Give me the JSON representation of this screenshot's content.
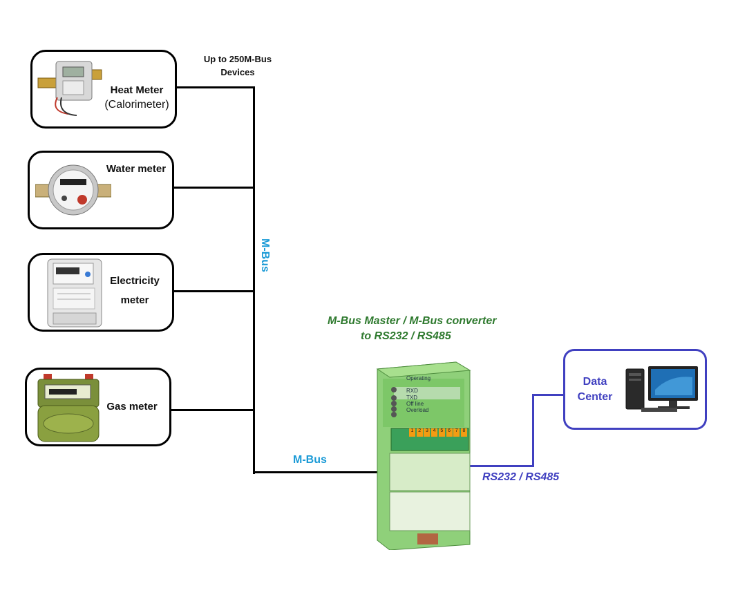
{
  "devices": [
    {
      "name": "Heat Meter",
      "sub": "(Calorimeter)"
    },
    {
      "name": "Water meter"
    },
    {
      "name": "Electricity",
      "sub": "meter"
    },
    {
      "name": "Gas meter"
    }
  ],
  "bus": {
    "note_line1": "Up to 250M-Bus",
    "note_line2": "Devices",
    "vertical_label": "M-Bus",
    "horizontal_label": "M-Bus"
  },
  "converter": {
    "title_line1": "M-Bus  Master  / M-Bus converter",
    "title_line2": "to RS232 / RS485",
    "led_labels": [
      "Operating",
      "RXD",
      "TXD",
      "Off line",
      "Overload"
    ],
    "terminal_numbers": [
      "1",
      "2",
      "3",
      "4",
      "5",
      "6",
      "7",
      "8"
    ]
  },
  "link": {
    "label": "RS232 / RS485"
  },
  "data_center": {
    "line1": "Data",
    "line2": "Center"
  },
  "colors": {
    "mbus_label": "#1a9ad6",
    "converter_title": "#2f7a2f",
    "serial_link": "#4040c0",
    "converter_body": "#8fd07a"
  }
}
